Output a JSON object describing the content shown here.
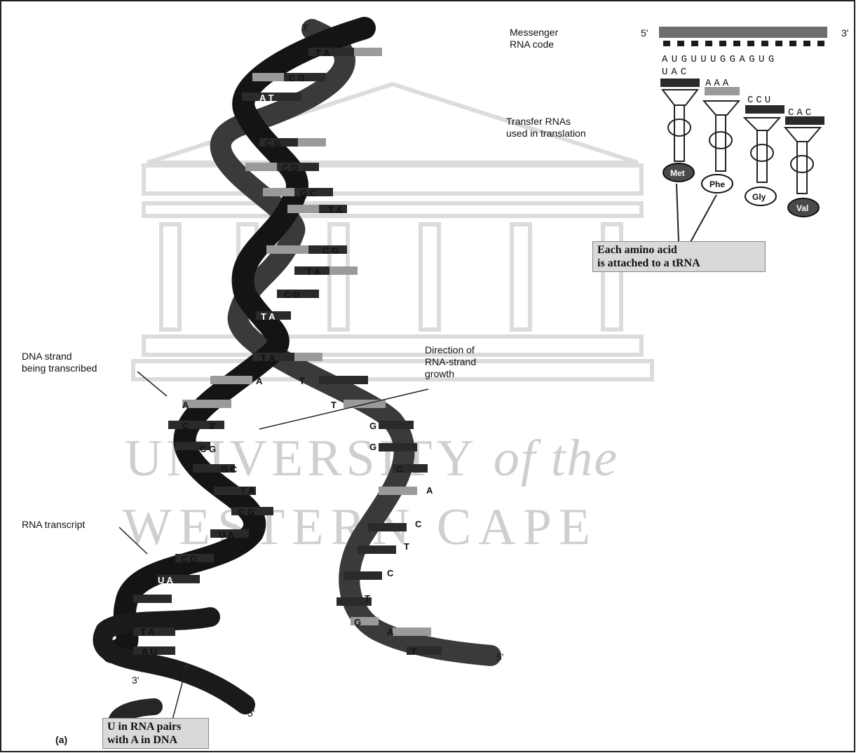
{
  "figure": {
    "panel_label": "(a)",
    "watermark": {
      "line1": "UNIVERSITY",
      "line1_suffix": "of the",
      "line2": "WESTERN CAPE"
    },
    "labels": {
      "messenger_rna": "Messenger\nRNA code",
      "transfer_rnas": "Transfer RNAs\nused in translation",
      "dna_strand": "DNA strand\nbeing transcribed",
      "direction": "Direction of\nRNA-strand\ngrowth",
      "rna_transcript": "RNA transcript"
    },
    "callouts": {
      "amino_acid": "Each amino acid\nis attached to a tRNA",
      "u_pairs": "U in RNA pairs\nwith A in DNA"
    },
    "ends": {
      "top_left": "3'",
      "top_right": "5'",
      "bottom_left_3": "3'",
      "bottom_left_5": "5'",
      "bottom_right_5": "5'",
      "mrna_5": "5'",
      "mrna_3": "3'"
    },
    "mrna_code": "AUGUUUGGAGUG",
    "anticodons": [
      "UAC",
      "AAA",
      "CCU",
      "CAC"
    ],
    "amino_acids": [
      "Met",
      "Phe",
      "Gly",
      "Val"
    ],
    "colors": {
      "helix": "#1c1c1c",
      "rung_dark": "#2a2a2a",
      "rung_light": "#9a9a9a",
      "callout_bg": "#d9d9d9"
    }
  }
}
